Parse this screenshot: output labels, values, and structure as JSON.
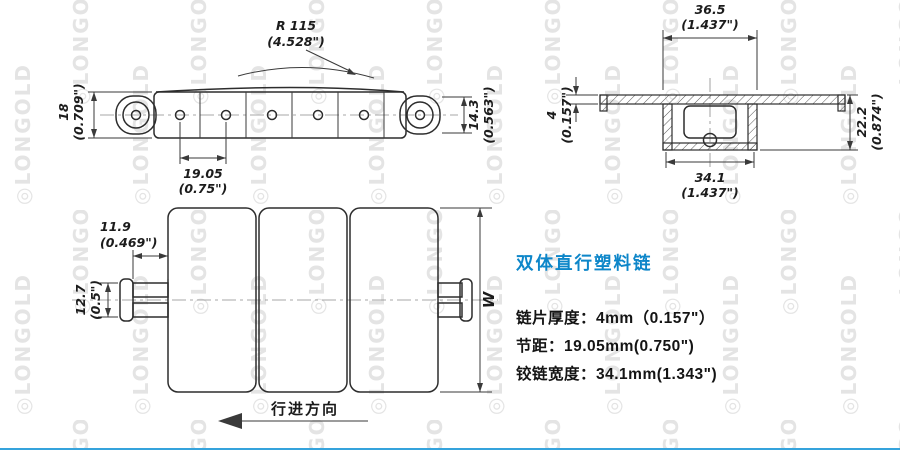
{
  "watermark": {
    "logo_glyph": "◎",
    "text": "LONGOLD",
    "color": "#e4e4e4"
  },
  "page": {
    "bottom_bar_color": "#35a3dc"
  },
  "views": {
    "side_view": {
      "radius_label": "R 115",
      "radius_label_in": "(4.528\")",
      "dim_height_left": "18",
      "dim_height_left_in": "(0.709\")",
      "dim_height_right": "14.3",
      "dim_height_right_in": "(0.563\")",
      "dim_pitch": "19.05",
      "dim_pitch_in": "(0.75\")"
    },
    "section_view": {
      "dim_top": "36.5",
      "dim_top_in": "(1.437\")",
      "dim_left": "4",
      "dim_left_in": "(0.157\")",
      "dim_right": "22.2",
      "dim_right_in": "(0.874\")",
      "dim_bottom": "34.1",
      "dim_bottom_in": "(1.437\")"
    },
    "plan_view": {
      "dim_top_left": "11.9",
      "dim_top_left_in": "(0.469\")",
      "dim_left": "12.7",
      "dim_left_in": "(0.5\")",
      "dim_width": "W",
      "direction_label": "行进方向"
    }
  },
  "specs": {
    "title": "双体直行塑料链",
    "title_color": "#0d86c9",
    "lines": [
      "链片厚度：4mm（0.157\"）",
      "节距：19.05mm(0.750\")",
      "铰链宽度：34.1mm(1.343\")"
    ]
  }
}
